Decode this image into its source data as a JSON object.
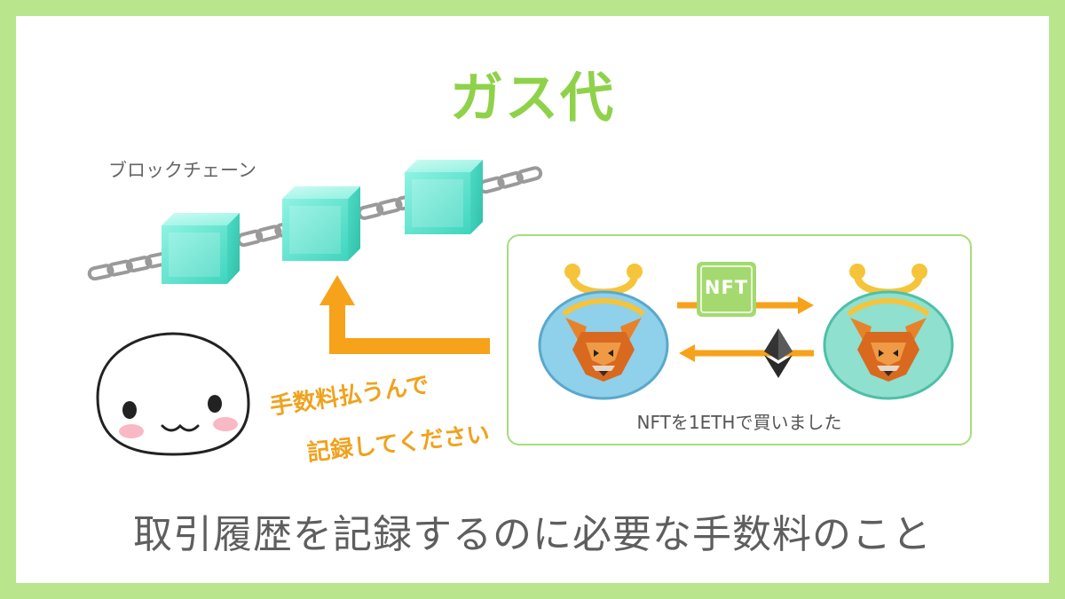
{
  "title": "ガス代",
  "chain_label": "ブロックチェーン",
  "speech": {
    "line1": "手数料払うんで",
    "line2": "記録してください"
  },
  "transaction": {
    "badge": "NFT",
    "caption": "NFTを1ETHで買いました",
    "icons": [
      "wallet-fox-icon",
      "nft-badge-icon",
      "ethereum-icon"
    ]
  },
  "subtitle": "取引履歴を記録するのに必要な手数料のこと",
  "colors": {
    "frame": "#b9e58c",
    "title": "#8fd24a",
    "arrow": "#f7a21b",
    "cube": "#62e6d0",
    "box_border": "#a7dd7a"
  }
}
